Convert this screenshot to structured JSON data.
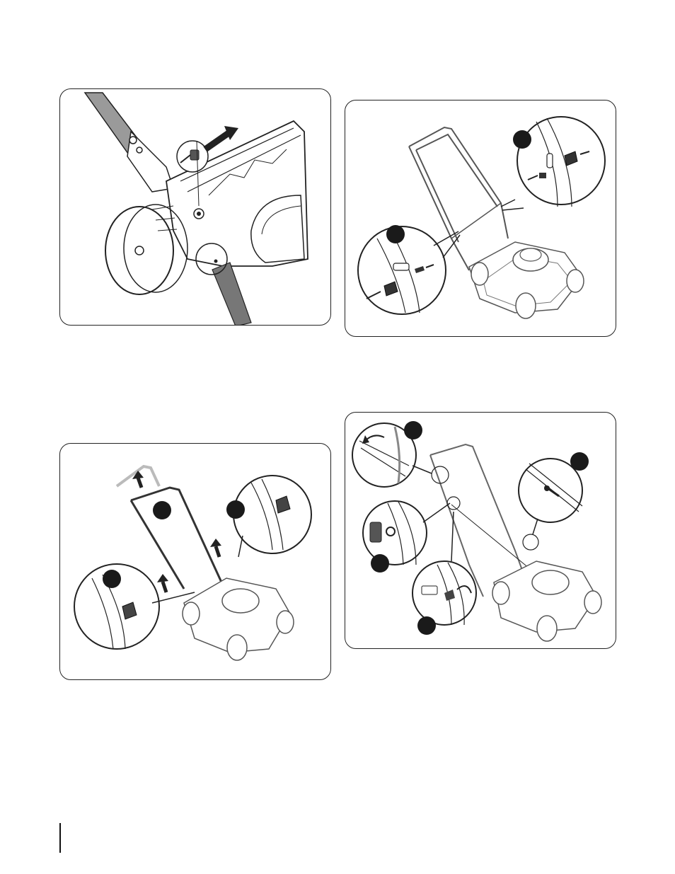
{
  "page": {
    "panels": [
      {
        "id": "panel-1",
        "illustration": "rear-wheel-handle-mount",
        "steps": []
      },
      {
        "id": "panel-2",
        "illustration": "lower-handle-knob-install",
        "steps": [
          "",
          ""
        ]
      },
      {
        "id": "panel-3",
        "illustration": "raise-upper-handle",
        "steps": [
          "",
          "",
          ""
        ]
      },
      {
        "id": "panel-4",
        "illustration": "rope-guide-and-cable-ties",
        "steps": [
          "",
          "",
          "",
          "",
          ""
        ]
      }
    ],
    "icons": [
      "arrow-icon",
      "knob-icon",
      "bolt-icon",
      "wheel-icon",
      "rope-guide-icon",
      "cable-tie-icon"
    ]
  }
}
